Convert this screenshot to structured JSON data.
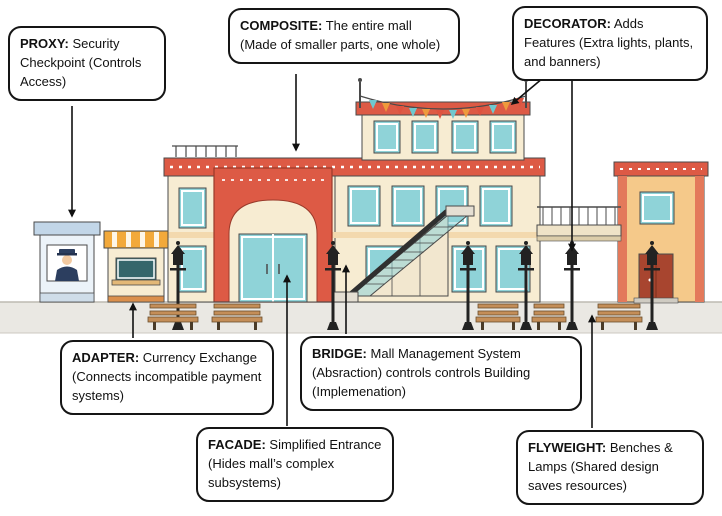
{
  "callouts": {
    "proxy": {
      "term": "PROXY:",
      "desc": "Security Checkpoint (Controls Access)"
    },
    "composite": {
      "term": "COMPOSITE:",
      "desc": "The entire mall (Made of smaller parts, one whole)"
    },
    "decorator": {
      "term": "DECORATOR:",
      "desc": "Adds Features (Extra lights, plants, and banners)"
    },
    "adapter": {
      "term": "ADAPTER:",
      "desc": "Currency Exchange (Connects incompatible payment systems)"
    },
    "bridge": {
      "term": "BRIDGE:",
      "desc": "Mall Management System (Absraction) controls controls Building (Implemenation)"
    },
    "facade": {
      "term": "FACADE:",
      "desc": "Simplified Entrance (Hides mall’s complex subsystems)"
    },
    "flyweight": {
      "term": "FLYWEIGHT:",
      "desc": "Benches & Lamps (Shared design saves resources)"
    }
  },
  "palette": {
    "accent_red": "#DD5A45",
    "wall_cream": "#F7ECD2",
    "window_teal": "#8FD3D8",
    "awning_orange": "#F2A93B",
    "guard_navy": "#2C3E5F",
    "ground_gray": "#EAE8E3",
    "outline": "#4A4A4A"
  }
}
